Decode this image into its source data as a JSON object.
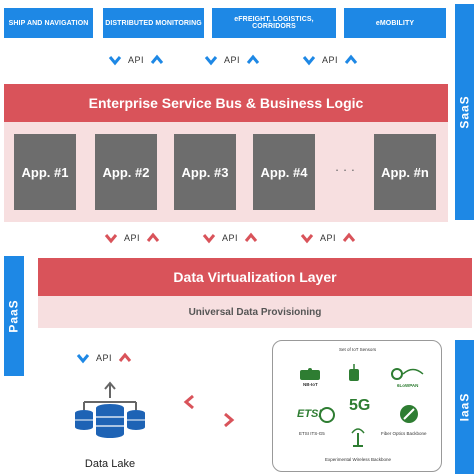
{
  "domains": [
    "SHIP AND NAVIGATION",
    "DISTRIBUTED MONITORING",
    "eFREIGHT, LOGISTICS, CORRIDORS",
    "eMOBILITY"
  ],
  "api_label": "API",
  "esb": {
    "title": "Enterprise Service Bus & Business Logic"
  },
  "apps": [
    "App. #1",
    "App. #2",
    "App. #3",
    "App. #4",
    "App. #n"
  ],
  "apps_ellipsis": "· · ·",
  "layers": {
    "saas": "SaaS",
    "paas": "PaaS",
    "iaas": "IaaS"
  },
  "data_virtualization": {
    "title": "Data Virtualization Layer",
    "subtitle": "Universal Data Provisioning"
  },
  "data_lake": {
    "label": "Data Lake"
  },
  "iot": {
    "title": "Set of IoT Sensors",
    "nbiot": "NB-IoT",
    "lowpan": "6LoWPAN",
    "etsi": "ETSI ITS-G5",
    "fiveg": "5G",
    "fiber": "Fiber Optics Backbone",
    "experimental": "Experimental Wireless Backbone"
  },
  "colors": {
    "blue": "#1e88e5",
    "red": "#d9535a",
    "pink": "#f7dfe0",
    "gray": "#6d6d6d"
  }
}
